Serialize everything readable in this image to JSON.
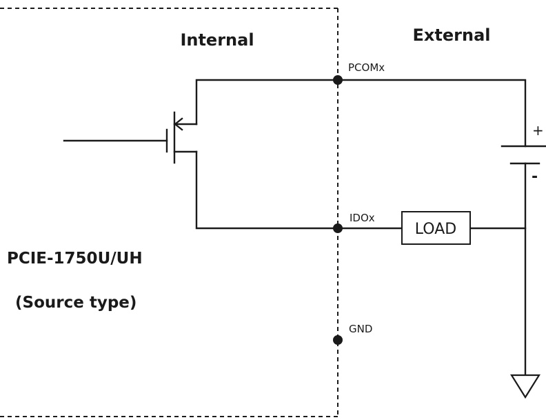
{
  "regions": {
    "internal_label": "Internal",
    "external_label": "External"
  },
  "device": {
    "model": "PCIE-1750U/UH",
    "type": "(Source type)"
  },
  "pins": {
    "pcom": "PCOMx",
    "ido": "IDOx",
    "gnd": "GND"
  },
  "load": {
    "label": "LOAD"
  },
  "supply": {
    "plus": "+",
    "minus": "-"
  }
}
